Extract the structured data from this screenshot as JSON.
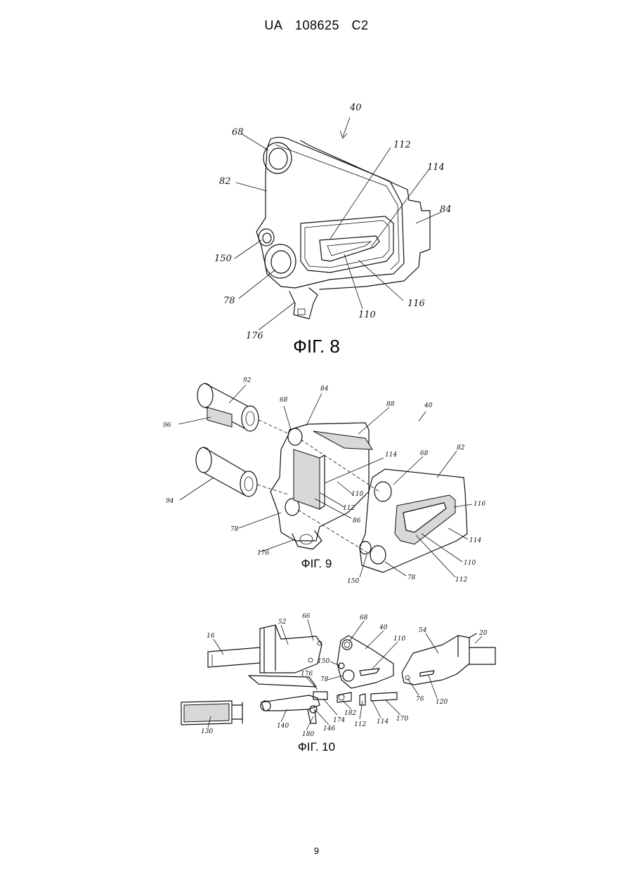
{
  "header": {
    "office": "UA",
    "number": "108625",
    "kind": "C2"
  },
  "figures": [
    {
      "caption": "ФІГ. 8",
      "labels": [
        "40",
        "68",
        "112",
        "114",
        "82",
        "84",
        "150",
        "78",
        "110",
        "116",
        "176"
      ]
    },
    {
      "caption": "ФІГ. 9",
      "labels": [
        "92",
        "84",
        "88",
        "40",
        "68",
        "96",
        "68",
        "82",
        "114",
        "94",
        "110",
        "112",
        "116",
        "78",
        "86",
        "176",
        "114",
        "110",
        "150",
        "78",
        "112"
      ]
    },
    {
      "caption": "ФІГ. 10",
      "labels": [
        "66",
        "68",
        "52",
        "40",
        "54",
        "16",
        "110",
        "20",
        "150",
        "78",
        "176",
        "76",
        "120",
        "182",
        "174",
        "112",
        "114",
        "170",
        "130",
        "140",
        "146",
        "180"
      ]
    }
  ],
  "page_number": "9"
}
